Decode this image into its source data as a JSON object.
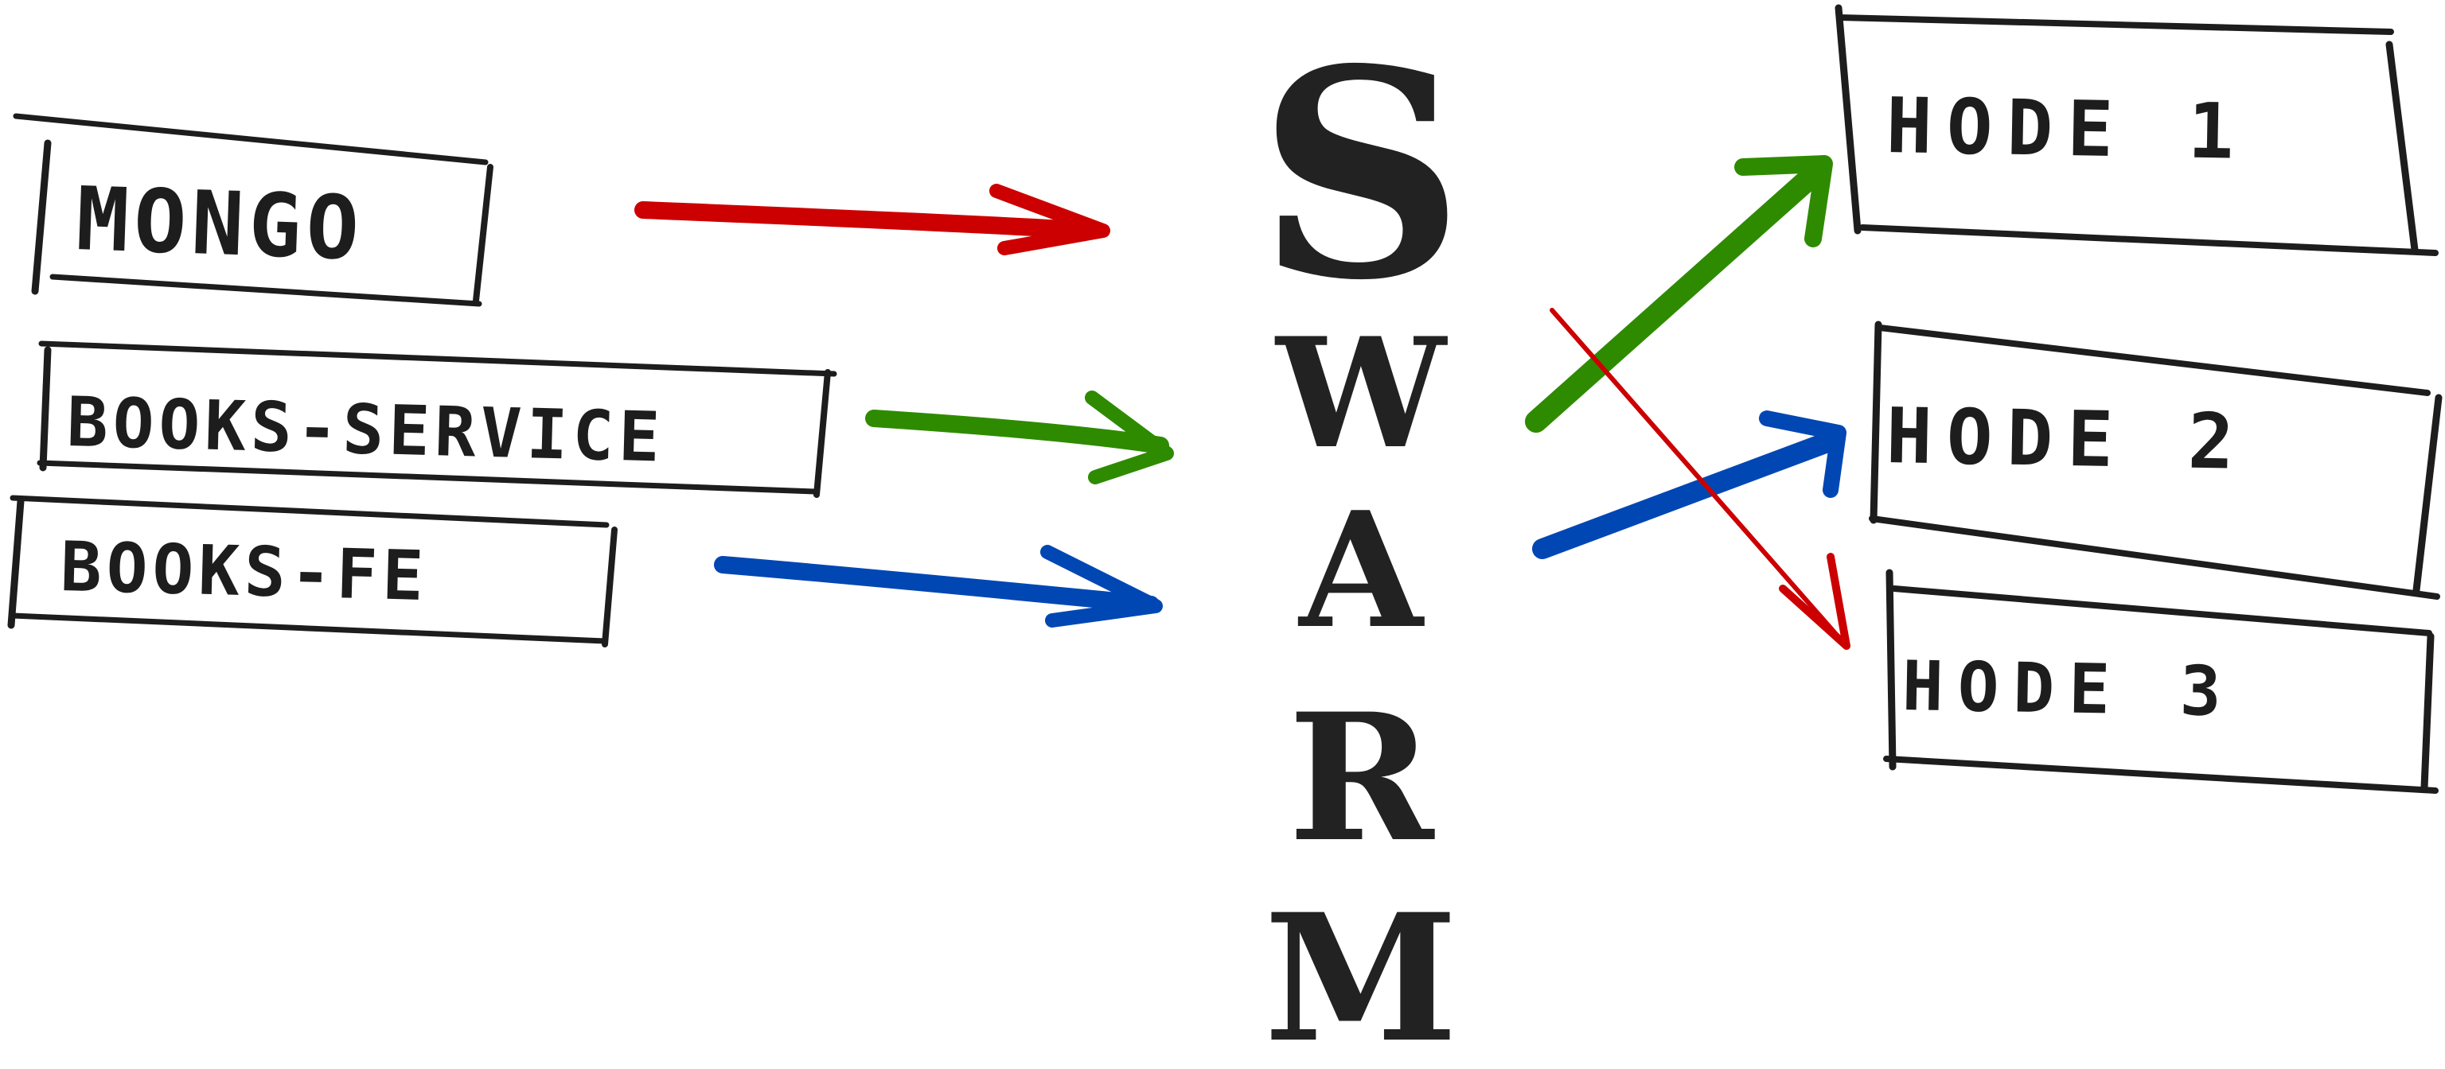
{
  "diagram": {
    "hub": {
      "letters": [
        "S",
        "W",
        "A",
        "R",
        "M"
      ]
    },
    "services": [
      {
        "label": "MONGO",
        "color": "#cc0000"
      },
      {
        "label": "BOOKS-SERVICE",
        "color": "#2e8b00"
      },
      {
        "label": "BOOKS-FE",
        "color": "#0047b3"
      }
    ],
    "nodes": [
      {
        "label": "НОDЕ 1"
      },
      {
        "label": "НОDЕ 2"
      },
      {
        "label": "НОDЕ 3"
      }
    ],
    "colors": {
      "ink": "#1d1d1d",
      "red": "#cc0000",
      "green": "#2e8b00",
      "blue": "#0047b3",
      "background": "#ffffff"
    }
  }
}
